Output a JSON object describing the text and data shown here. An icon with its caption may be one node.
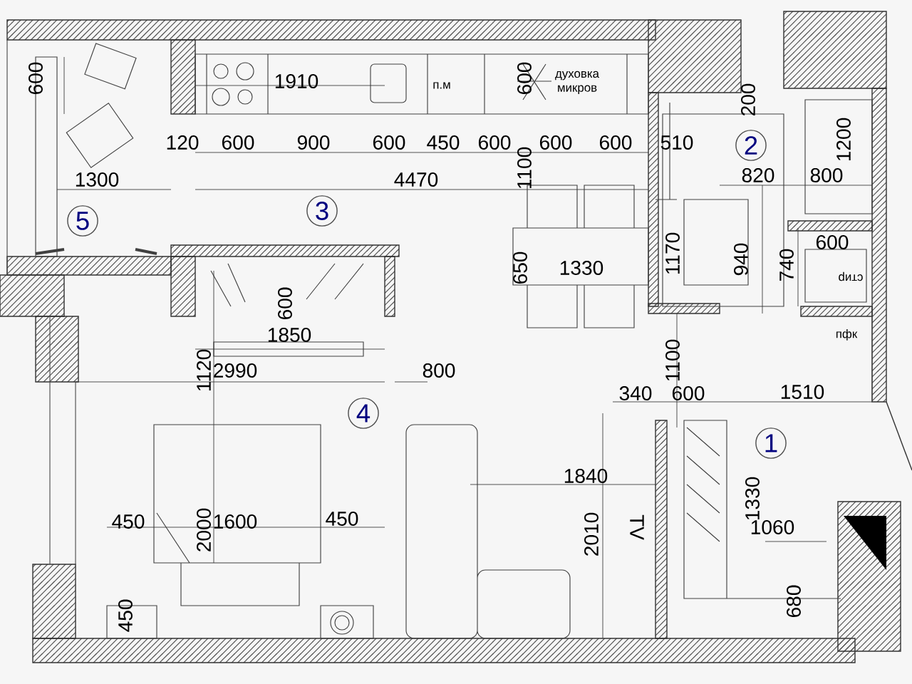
{
  "diagram": {
    "nodes": [
      {
        "text": [
          "2"
        ]
      },
      {
        "text": [
          "3"
        ]
      },
      {
        "text": [
          "5"
        ]
      },
      {
        "text": [
          "4"
        ]
      },
      {
        "text": [
          "1"
        ]
      }
    ],
    "labels": [
      "600",
      "1910",
      "п.м",
      "600",
      "духовка микров",
      "200",
      "120",
      "600",
      "900",
      "600",
      "450",
      "600",
      "600",
      "600",
      "1100",
      "510",
      "820",
      "800",
      "1200",
      "1300",
      "4470",
      "650",
      "1330",
      "1170",
      "940",
      "740",
      "600",
      "стир",
      "600",
      "1850",
      "пфк",
      "1120",
      "2990",
      "800",
      "1100",
      "340",
      "600",
      "1510",
      "1840",
      "1330",
      "TV",
      "2010",
      "450",
      "2000",
      "1600",
      "450",
      "1060",
      "680",
      "450"
    ]
  }
}
